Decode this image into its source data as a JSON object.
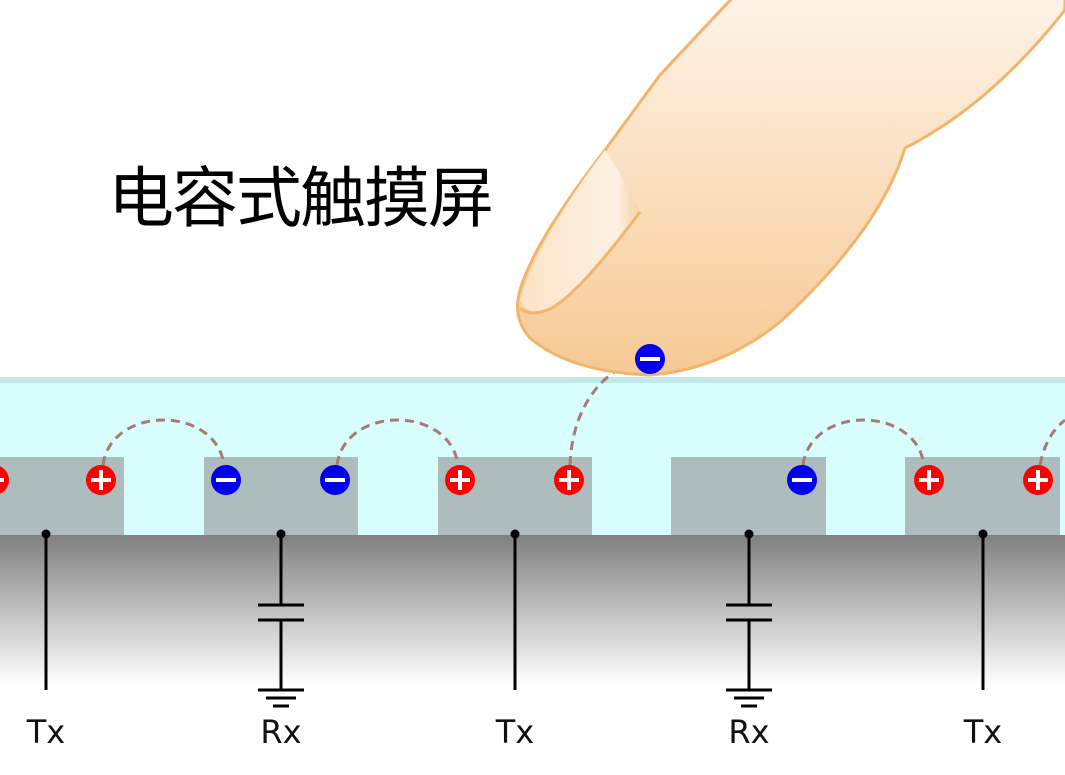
{
  "title": "电容式触摸屏",
  "colors": {
    "glass": "#d8fdfd",
    "glass_edge": "#bfe9e8",
    "electrode": "#adbcbc",
    "substrate_top": "#808080",
    "positive": "#ff0000",
    "negative": "#0000ee",
    "field_line": "#a97a72",
    "finger_fill": "#f6cc96",
    "finger_stroke": "#f2b46a"
  },
  "electrodes": [
    {
      "type": "Tx",
      "label": "Tx",
      "charges": [
        "+",
        "+"
      ]
    },
    {
      "type": "Rx",
      "label": "Rx",
      "charges": [
        "-",
        "-"
      ]
    },
    {
      "type": "Tx",
      "label": "Tx",
      "charges": [
        "+",
        "+"
      ]
    },
    {
      "type": "Rx",
      "label": "Rx",
      "charges": [
        "-"
      ]
    },
    {
      "type": "Tx",
      "label": "Tx",
      "charges": [
        "+",
        "+"
      ]
    }
  ],
  "finger_charge": "-",
  "labels": [
    "Tx",
    "Rx",
    "Tx",
    "Rx",
    "Tx"
  ]
}
